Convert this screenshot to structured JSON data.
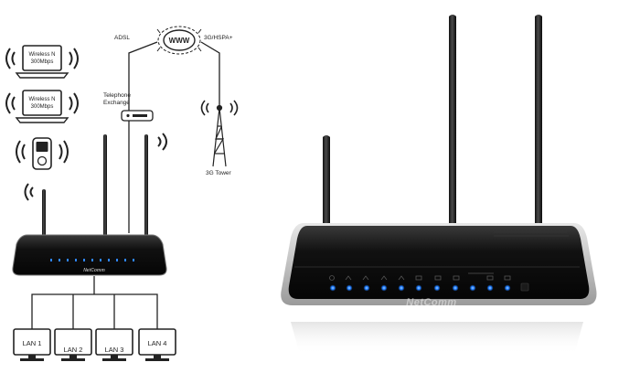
{
  "diagram": {
    "labels": {
      "adsl": "ADSL",
      "www": "WWW",
      "g3": "3G/HSPA+",
      "exchange_line1": "Telephone",
      "exchange_line2": "Exchange",
      "tower": "3G Tower"
    },
    "laptops": [
      {
        "line1": "Wireless N",
        "line2": "300Mbps"
      },
      {
        "line1": "Wireless N",
        "line2": "300Mbps"
      }
    ],
    "lan_ports": [
      "LAN 1",
      "LAN 2",
      "LAN 3",
      "LAN 4"
    ],
    "brand": "NetComm"
  },
  "photo": {
    "brand": "NetComm"
  },
  "colors": {
    "line": "#222222",
    "accent": "#5b8fb8",
    "led": "#1e7bff",
    "router_body": "#151515"
  }
}
